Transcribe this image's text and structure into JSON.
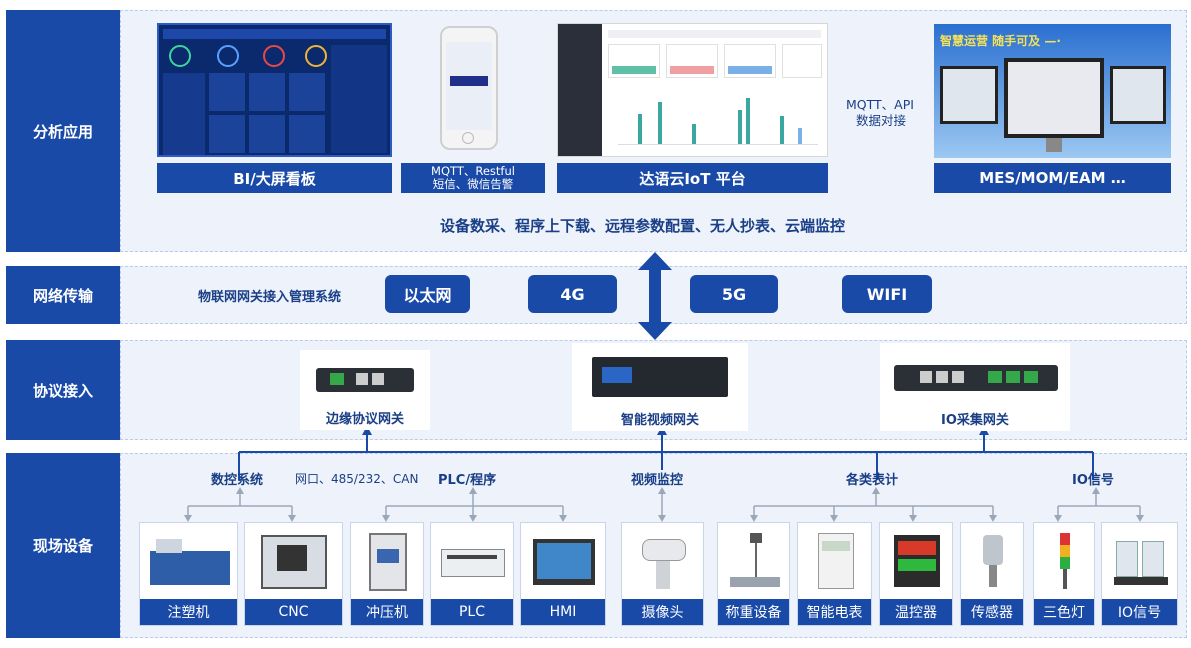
{
  "layers": {
    "analysis": "分析应用",
    "network": "网络传输",
    "protocol": "协议接入",
    "field": "现场设备"
  },
  "analysis": {
    "bi": "BI/大屏看板",
    "mobile_line1": "MQTT、Restful",
    "mobile_line2": "短信、微信告警",
    "iot": "达语云IoT 平台",
    "api_line1": "MQTT、API",
    "api_line2": "数据对接",
    "mes": "MES/MOM/EAM …",
    "mes_banner": "智慧运营 随手可及 —·",
    "features": "设备数采、程序上下载、远程参数配置、无人抄表、云端监控"
  },
  "network": {
    "system": "物联网网关接入管理系统",
    "options": [
      "以太网",
      "4G",
      "5G",
      "WIFI"
    ]
  },
  "gateways": {
    "edge": "边缘协议网关",
    "video": "智能视频网关",
    "io": "IO采集网关"
  },
  "groups": {
    "cnc_system": "数控系统",
    "ports": "网口、485/232、CAN",
    "plc_program": "PLC/程序",
    "video_monitor": "视频监控",
    "meters": "各类表计",
    "io_signal": "IO信号"
  },
  "devices": [
    "注塑机",
    "CNC",
    "冲压机",
    "PLC",
    "HMI",
    "摄像头",
    "称重设备",
    "智能电表",
    "温控器",
    "传感器",
    "三色灯",
    "IO信号"
  ],
  "colors": {
    "primary": "#1a4aa8",
    "band": "#eef3fb",
    "text": "#1a3f86"
  }
}
